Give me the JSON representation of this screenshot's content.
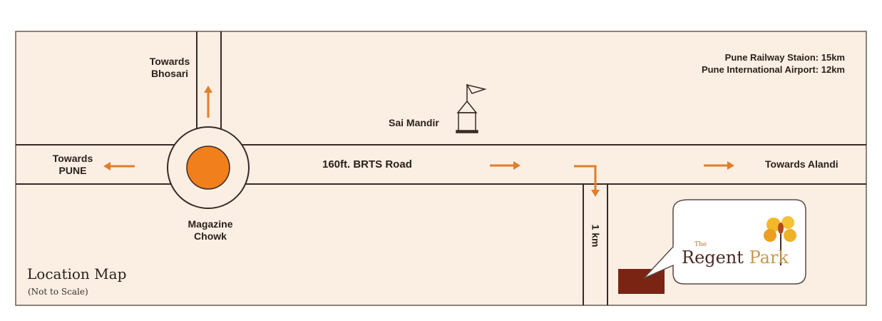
{
  "map": {
    "title": "Location Map",
    "subtitle": "(Not to Scale)",
    "road_label": "160ft. BRTS Road",
    "distance_label": "1 km",
    "info_lines": [
      "Pune Railway Staion: 15km",
      "Pune International Airport: 12km"
    ],
    "places": {
      "bhosari": [
        "Towards",
        "Bhosari"
      ],
      "pune": [
        "Towards",
        "PUNE"
      ],
      "alandi": "Towards Alandi",
      "junction": [
        "Magazine",
        "Chowk"
      ],
      "temple": "Sai Mandir"
    },
    "project": {
      "the": "The",
      "name1": "Regent",
      "name2": "Park"
    },
    "colors": {
      "background": "#fbefe4",
      "road_line": "#3a2a25",
      "arrow": "#e07e2a",
      "roundabout": "#f07f1c",
      "site": "#7a2414"
    }
  }
}
